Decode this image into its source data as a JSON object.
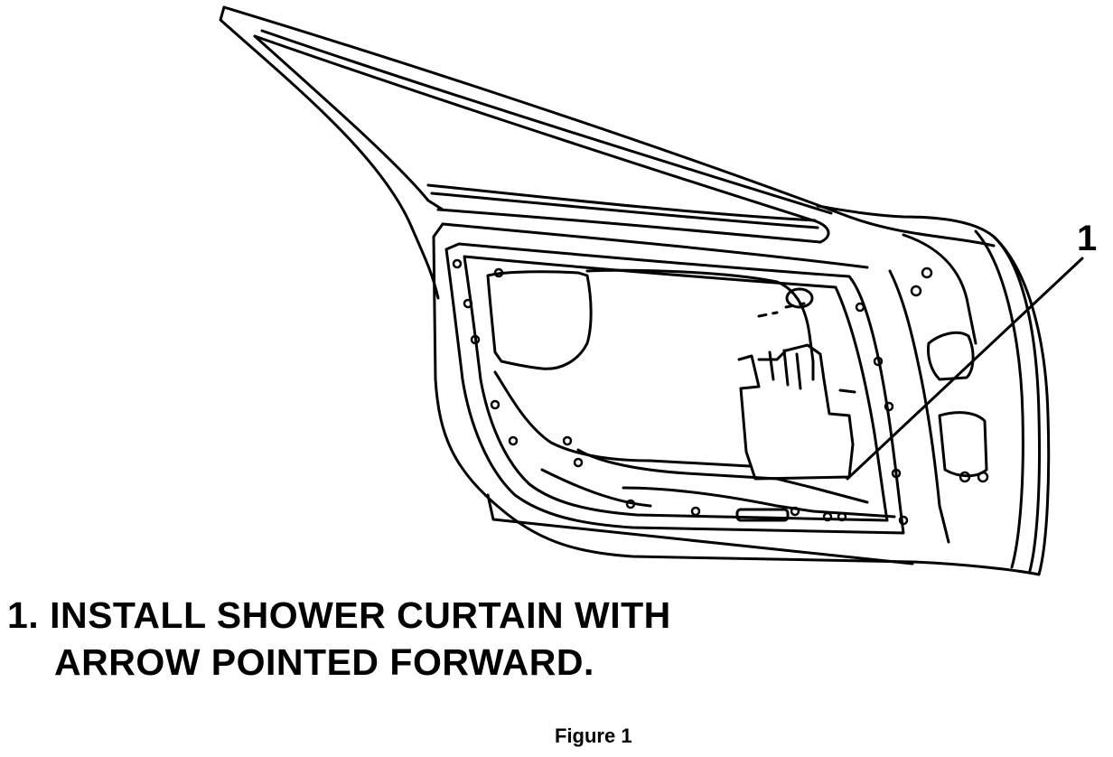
{
  "callout": {
    "number": "1"
  },
  "caption": {
    "line1": "1. INSTALL SHOWER CURTAIN WITH",
    "line2": "ARROW POINTED FORWARD."
  },
  "figure": {
    "label": "Figure 1"
  }
}
